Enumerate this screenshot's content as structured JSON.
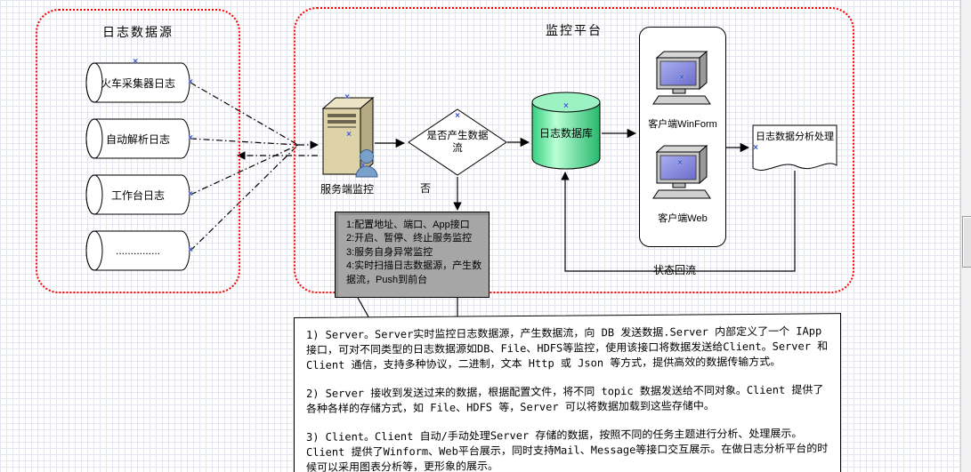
{
  "icons": {
    "connection_point": "×"
  },
  "groups": {
    "sources": {
      "title": "日志数据源"
    },
    "platform": {
      "title": "监控平台"
    }
  },
  "sources": {
    "items": [
      "火车采集器日志",
      "自动解析日志",
      "工作台日志",
      "..............."
    ]
  },
  "server": {
    "label": "服务端监控"
  },
  "decision": {
    "label": "是否产生数据流",
    "no_label": "否"
  },
  "database": {
    "label": "日志数据库"
  },
  "clients": {
    "winform_label": "客户端WinForm",
    "web_label": "客户端Web"
  },
  "doc": {
    "label": "日志数据分析处理"
  },
  "note": {
    "lines": [
      "1:配置地址、端口、App接口",
      "2:开启、暂停、终止服务监控",
      "3:服务自身异常监控",
      "4:实时扫描日志数据源，产生数据流，Push到前台"
    ]
  },
  "flow": {
    "status_label": "状态回流"
  },
  "banner": {
    "paragraphs": [
      "1) Server。Server实时监控日志数据源，产生数据流，向 DB 发送数据.Server 内部定义了一个 IApp 接口，可对不同类型的日志数据源如DB、File、HDFS等监控，使用该接口将数据发送给Client。Server 和 Client 通信，支持多种协议，二进制，文本 Http 或 Json 等方式，提供高效的数据传输方式。",
      "2) Server 接收到发送过来的数据，根据配置文件，将不同 topic 数据发送给不同对象。Client 提供了各种各样的存储方式，如 File、HDFS 等，Server 可以将数据加载到这些存储中。",
      "3) Client。Client 自动/手动处理Server 存储的数据，按照不同的任务主题进行分析、处理展示。Client 提供了Winform、Web平台展示，同时支持Mail、Message等接口交互展示。在做日志分析平台的时候可以采用图表分析等，更形象的展示。"
    ]
  },
  "colors": {
    "group_border": "#ff0000",
    "database_fill": "#3fe08e",
    "note_fill": "#a6a6a6",
    "server_body": "#ddd2a8",
    "screen_fill": "#8d8de0",
    "connection_point": "#3a56c8"
  }
}
